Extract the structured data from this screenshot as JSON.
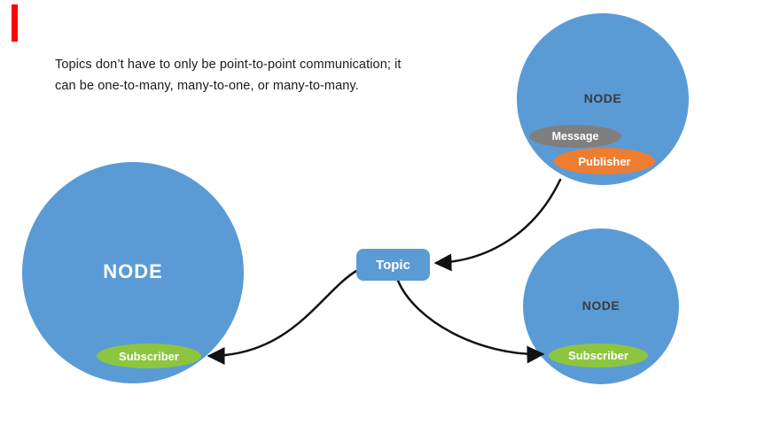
{
  "caption": {
    "line1": "Topics don’t have to only be point-to-point communication; it",
    "line2": "can be one-to-many, many-to-one, or many-to-many."
  },
  "nodes": {
    "left": {
      "label": "NODE",
      "subscriber_label": "Subscriber"
    },
    "top_right": {
      "label": "NODE",
      "message_label": "Message",
      "publisher_label": "Publisher"
    },
    "bottom_right": {
      "label": "NODE",
      "subscriber_label": "Subscriber"
    }
  },
  "topic": {
    "label": "Topic"
  },
  "colors": {
    "node_blue": "#5b9bd5",
    "subscriber_green": "#8cc63f",
    "publisher_orange": "#ed7d31",
    "message_gray": "#7f7f7f",
    "accent_red": "#fb0006",
    "arrow_black": "#111111"
  }
}
